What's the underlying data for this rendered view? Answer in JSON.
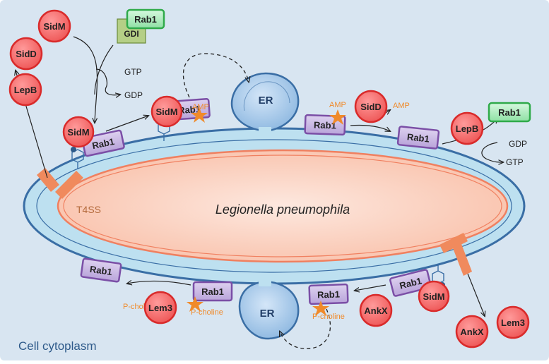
{
  "labels": {
    "organism": "Legionella pneumophila",
    "cytoplasm": "Cell cytoplasm",
    "t4ss": "T4SS",
    "er_top": "ER",
    "er_bottom": "ER",
    "gdi": "GDI",
    "gtp_top": "GTP",
    "gdp_top": "GDP",
    "gdp_right": "GDP",
    "gtp_right": "GTP",
    "amp_1": "AMP",
    "amp_2": "AMP",
    "amp_3": "AMP",
    "pcholine_1": "P-choline",
    "pcholine_2": "P-choline",
    "pcholine_3": "P-choline"
  },
  "effectors": {
    "sidm_top": "SidM",
    "sidd_left": "SidD",
    "lepb_left": "LepB",
    "sidm_bound1": "SidM",
    "sidm_bound2": "SidM",
    "sidd_right": "SidD",
    "lepb_right": "LepB",
    "lem3_bottom": "Lem3",
    "ankx_bottom": "AnkX",
    "sidm_bottom": "SidM",
    "ankx_outside": "AnkX",
    "lem3_outside": "Lem3"
  },
  "rab1": {
    "gdi_complex": "Rab1",
    "with_sidm": "Rab1",
    "ampylated": "Rab1",
    "deampylated_left": "Rab1",
    "deampylated_right": "Rab1",
    "free_active": "Rab1",
    "bottom_left": "Rab1",
    "bottom_pcholine_left": "Rab1",
    "bottom_pcholine_right": "Rab1",
    "bottom_with_sidm": "Rab1"
  },
  "colors": {
    "background": "#d8e5f1",
    "membrane": "#bde0f0",
    "membrane_edge": "#3a6ea5",
    "bacterium": "#fbd0c0",
    "bacterium_edge": "#f08060",
    "effector_fill": "#f26a6a",
    "effector_edge": "#d92b2b",
    "rab1_fill": "#c6b6e0",
    "rab1_edge": "#7b4fa6",
    "rab1_active_fill": "#a9ecbc",
    "rab1_active_edge": "#2faa4a",
    "gdi_fill": "#b5cf86",
    "t4ss": "#f08a5d",
    "modification": "#f08a2a",
    "label_blue": "#2e5a8a"
  }
}
